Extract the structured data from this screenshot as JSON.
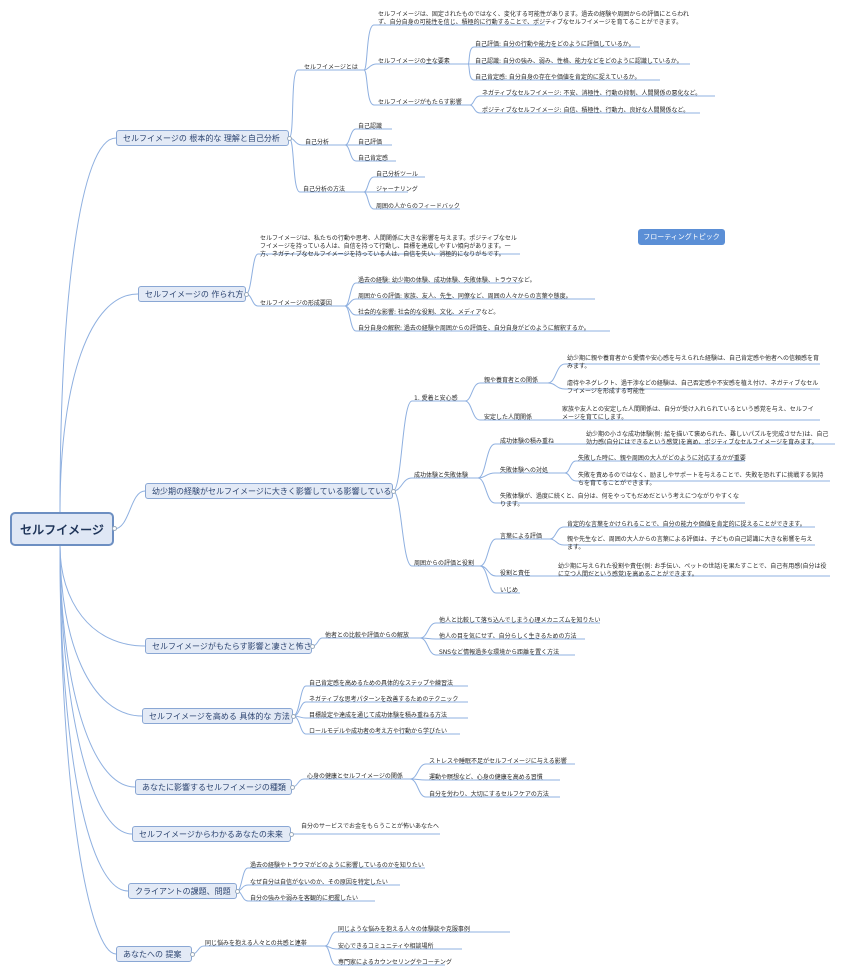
{
  "root": "セルフイメージ",
  "floating_topic": "フローティングトピック",
  "branches": {
    "b1": {
      "title": "セルフイメージの 根本的な 理解と自己分析",
      "s1": {
        "title": "セルフイメージとは",
        "desc": "セルフイメージは、固定されたものではなく、変化する可能性があります。過去の経験や周囲からの評価にとらわれず、自分自身の可能性を信じ、積極的に行動することで、ポジティブなセルフイメージを育てることができます。",
        "elements": {
          "title": "セルフイメージの主な要素",
          "items": [
            "自己評価: 自分の行動や能力をどのように評価しているか。",
            "自己認識: 自分の強み、弱み、性格、能力などをどのように認識しているか。",
            "自己肯定感: 自分自身の存在や価値を肯定的に捉えているか。"
          ]
        },
        "effects": {
          "title": "セルフイメージがもたらす影響",
          "items": [
            "ネガティブなセルフイメージ: 不安、消極性、行動の抑制、人間関係の悪化など。",
            "ポジティブなセルフイメージ: 自信、積極性、行動力、良好な人間関係など。"
          ]
        }
      },
      "s2": {
        "title": "自己分析",
        "items": [
          "自己認識",
          "自己評価",
          "自己肯定感"
        ]
      },
      "s3": {
        "title": "自己分析の方法",
        "items": [
          "自己分析ツール",
          "ジャーナリング",
          "周囲の人からのフィードバック"
        ]
      }
    },
    "b2": {
      "title": "セルフイメージの 作られ方",
      "desc": "セルフイメージは、私たちの行動や思考、人間関係に大きな影響を与えます。ポジティブなセルフイメージを持っている人は、自信を持って行動し、目標を達成しやすい傾向があります。一方、ネガティブなセルフイメージを持っている人は、自信を失い、消極的になりがちです。",
      "factors": {
        "title": "セルフイメージの形成要因",
        "items": [
          "過去の経験: 幼少期の体験、成功体験、失敗体験、トラウマなど。",
          "周囲からの評価: 家族、友人、先生、同僚など、周囲の人々からの言葉や態度。",
          "社会的な影響: 社会的な役割、文化、メディアなど。",
          "自分自身の解釈: 過去の経験や周囲からの評価を、自分自身がどのように解釈するか。"
        ]
      }
    },
    "b3": {
      "title": "幼少期の経験がセルフイメージに大きく影響している影響している",
      "love": {
        "title": "1. 愛着と安心感",
        "parent": {
          "title": "親や養育者との関係",
          "items": [
            "幼少期に親や養育者から愛情や安心感を与えられた経験は、自己肯定感や他者への信頼感を育みます。",
            "虐待やネグレクト、過干渉などの経験は、自己否定感や不安感を植え付け、ネガティブなセルフイメージを形成する可能性"
          ]
        },
        "stable": {
          "title": "安定した人間関係",
          "text": "家族や友人との安定した人間関係は、自分が受け入れられているという感覚を与え、セルフイメージを育てにします。"
        }
      },
      "success": {
        "title": "成功体験と失敗体験",
        "accum": {
          "title": "成功体験の積み重ね",
          "text": "幼少期の小さな成功体験(例: 絵を描いて褒められた、難しいパズルを完成させた)は、自己効力感(自分にはできるという感覚)を高め、ポジティブなセルフイメージを育みます。"
        },
        "failure": {
          "title": "失敗体験への対処",
          "items": [
            "失敗した時に、親や周囲の大人がどのように対応するかが重要",
            "失敗を責めるのではなく、励ましやサポートを与えることで、失敗を恐れずに挑戦する気持ちを育てることができます。"
          ]
        },
        "note": "失敗体験が、過度に続くと、自分は、何をやってもだめだという考えにつながりやすくなります。"
      },
      "evaluation": {
        "title": "周囲からの評価と役割",
        "words": {
          "title": "言葉による評価",
          "items": [
            "肯定的な言葉をかけられることで、自分の能力や価値を肯定的に捉えることができます。",
            "親や先生など、周囲の大人からの言葉による評価は、子どもの自己認識に大きな影響を与えます。"
          ]
        },
        "role": {
          "title": "役割と責任",
          "text": "幼少期に与えられた役割や責任(例: お手伝い、ペットの世話)を果たすことで、自己有用感(自分は役に立つ人間だという感覚)を高めることができます。"
        },
        "bully": "いじめ"
      }
    },
    "b4": {
      "title": "セルフイメージがもたらす影響と凄さと怖さ",
      "sub": "他者との比較や評価からの解放",
      "items": [
        "他人と比較して落ち込んでしまう心理メカニズムを知りたい",
        "他人の目を気にせず、自分らしく生きるための方法",
        "SNSなど情報過多な環境から距離を置く方法"
      ]
    },
    "b5": {
      "title": "セルフイメージを高める 具体的な 方法",
      "items": [
        "自己肯定感を高めるための具体的なステップや練習法",
        "ネガティブな思考パターンを改善するためのテクニック",
        "目標設定や達成を通じて成功体験を積み重ねる方法",
        "ロールモデルや成功者の考え方や行動から学びたい"
      ]
    },
    "b6": {
      "title": "あなたに影響するセルフイメージの種類",
      "sub": "心身の健康とセルフイメージの関係",
      "items": [
        "ストレスや睡眠不足がセルフイメージに与える影響",
        "運動や瞑想など、心身の健康を高める習慣",
        "自分を労わり、大切にするセルフケアの方法"
      ]
    },
    "b7": {
      "title": "セルフイメージからわかるあなたの未来",
      "sub": "自分のサービスでお金をもらうことが怖いあなたへ"
    },
    "b8": {
      "title": "クライアントの課題、問題",
      "items": [
        "過去の経験やトラウマがどのように影響しているのかを知りたい",
        "なぜ自分は自信がないのか、その原因を特定したい",
        "自分の強みや弱みを客観的に把握したい"
      ]
    },
    "b9": {
      "title": "あなたへの 提案",
      "sub": "同じ悩みを抱える人々との共感と連帯",
      "items": [
        "同じような悩みを抱える人々の体験談や克服事例",
        "安心できるコミュニティや相談場所",
        "専門家によるカウンセリングやコーチング"
      ]
    }
  }
}
